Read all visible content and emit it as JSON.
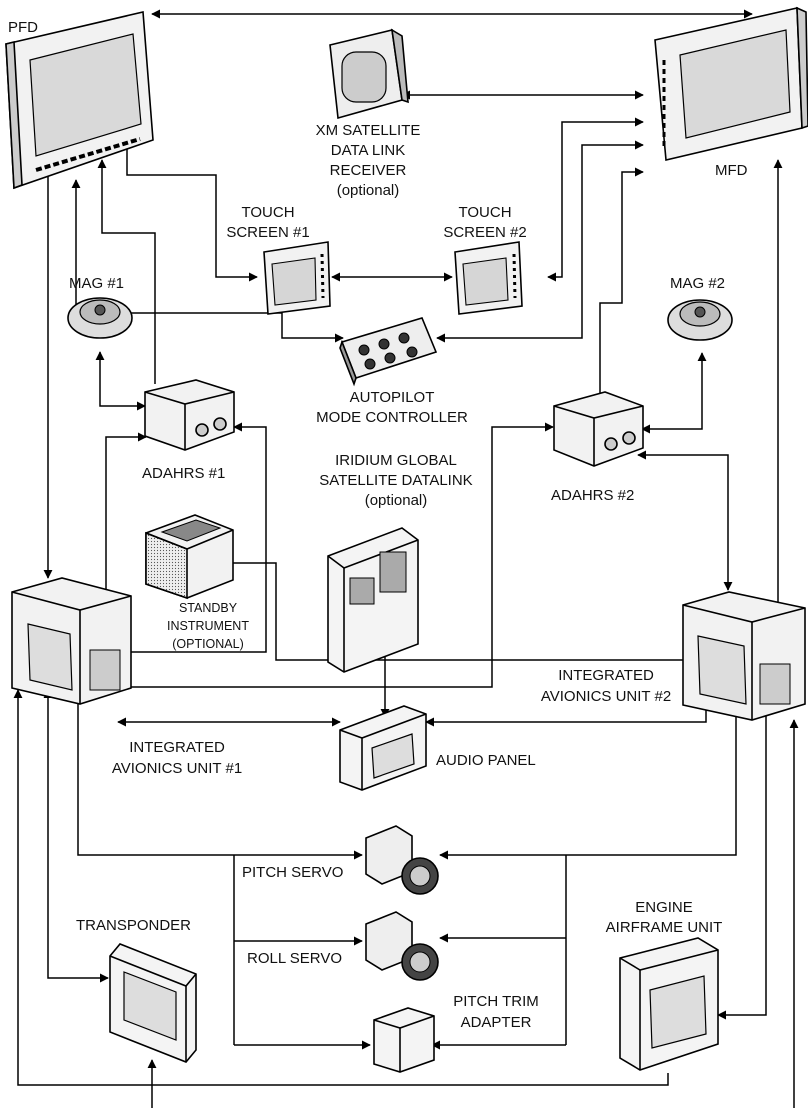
{
  "labels": {
    "pfd": "PFD",
    "mfd": "MFD",
    "xm": [
      "XM SATELLITE",
      "DATA LINK",
      "RECEIVER",
      "(optional)"
    ],
    "touch1": [
      "TOUCH",
      "SCREEN #1"
    ],
    "touch2": [
      "TOUCH",
      "SCREEN #2"
    ],
    "mag1": "MAG #1",
    "mag2": "MAG #2",
    "autopilot": [
      "AUTOPILOT",
      "MODE CONTROLLER"
    ],
    "adahrs1": "ADAHRS #1",
    "adahrs2": "ADAHRS #2",
    "iridium": [
      "IRIDIUM GLOBAL",
      "SATELLITE DATALINK",
      "(optional)"
    ],
    "standby": [
      "STANDBY",
      "INSTRUMENT",
      "(OPTIONAL)"
    ],
    "iau1": [
      "INTEGRATED",
      "AVIONICS UNIT #1"
    ],
    "iau2": [
      "INTEGRATED",
      "AVIONICS UNIT #2"
    ],
    "audio": "AUDIO PANEL",
    "pitch_servo": "PITCH SERVO",
    "roll_servo": "ROLL SERVO",
    "transponder": "TRANSPONDER",
    "pitch_trim": [
      "PITCH TRIM",
      "ADAPTER"
    ],
    "engine": [
      "ENGINE",
      "AIRFRAME UNIT"
    ]
  }
}
